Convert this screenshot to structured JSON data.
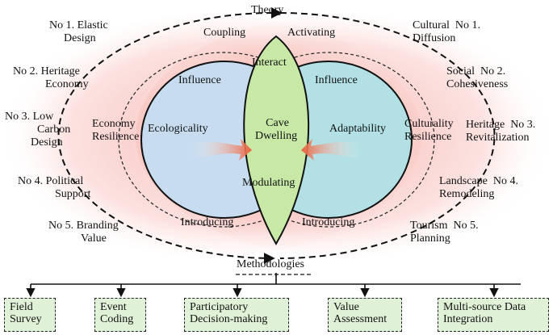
{
  "header": {
    "theory": "Theory"
  },
  "arcs": {
    "coupling": "Coupling",
    "activating": "Activating",
    "introducing_left": "Introducing",
    "introducing_right": "Introducing"
  },
  "circles": {
    "left": {
      "influence": "Influence",
      "main": "Ecologicality"
    },
    "right": {
      "influence": "Influence",
      "main": "Adaptability"
    },
    "center": {
      "top": "Interact",
      "main_line1": "Cave",
      "main_line2": "Dwelling",
      "bottom": "Modulating"
    }
  },
  "middle_ring": {
    "left": {
      "line1": "Economy",
      "line2": "Resilience"
    },
    "right": {
      "line1": "Culturality",
      "line2": "Resilience"
    }
  },
  "left_items": [
    {
      "line1": "No 1. Elastic",
      "line2": "Design"
    },
    {
      "line1": "No 2. Heritage",
      "line2": "Economy"
    },
    {
      "line1": "No 3. Low",
      "line2": "Carbon",
      "line3": "Design"
    },
    {
      "line1": "No 4. Political",
      "line2": "Support"
    },
    {
      "line1": "No 5. Branding",
      "line2": "Value"
    }
  ],
  "right_items": [
    {
      "line1": "Cultural  No 1.",
      "line2": "Diffusion"
    },
    {
      "line1": "Social  No 2.",
      "line2": "Cohesiveness"
    },
    {
      "line1": "Heritage  No 3.",
      "line2": "Revitalization"
    },
    {
      "line1": "Landscape  No 4.",
      "line2": "Remodeling"
    },
    {
      "line1": "Tourism  No 5.",
      "line2": "Planning"
    }
  ],
  "methodologies": {
    "title": "Methodologies",
    "items": [
      {
        "line1": "Field",
        "line2": "Survey"
      },
      {
        "line1": "Event",
        "line2": "Coding"
      },
      {
        "line1": "Participatory",
        "line2": "Decision-making"
      },
      {
        "line1": "Value",
        "line2": "Assessment"
      },
      {
        "line1": "Multi-source Data",
        "line2": "Integration"
      }
    ]
  },
  "colors": {
    "left_circle": "#c7dcef",
    "right_circle": "#b3e0e4",
    "lens": "#c8e8a6",
    "glow": "#f4a6a0",
    "box": "#dff2d7",
    "arrow": "#e8603c"
  }
}
